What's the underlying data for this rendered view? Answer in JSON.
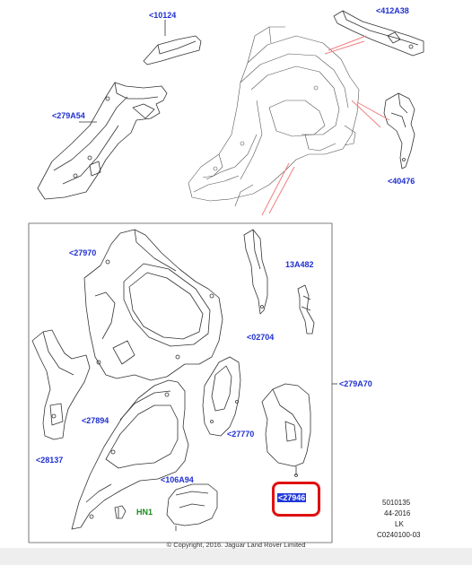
{
  "parts": {
    "p10124": "<10124",
    "p412A38": "<412A38",
    "p279A54": "<279A54",
    "p40476": "<40476",
    "p27970": "<27970",
    "p13A482": "13A482",
    "p02704": "<02704",
    "p279A70": "<279A70",
    "p28137": "<28137",
    "p27894": "<27894",
    "p27770": "<27770",
    "p106A94": "<106A94",
    "p27946": "<27946",
    "hn1": "HN1"
  },
  "info": {
    "code": "5010135",
    "date": "44-2016",
    "market": "LK",
    "ref": "C0240100-03"
  },
  "copyright": "© Copyright, 2016. Jaguar Land Rover Limited",
  "colors": {
    "label": "#1f2fd0",
    "highlight": "#e01010",
    "guide_lines": "#f08080"
  }
}
